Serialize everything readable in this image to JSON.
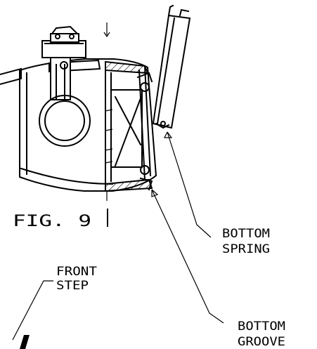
{
  "figure": {
    "label": "FIG. 9"
  },
  "callouts": {
    "bottom_spring": [
      "BOTTOM",
      "SPRING"
    ],
    "front_step": [
      "FRONT",
      "STEP"
    ],
    "bottom_groove": [
      "BOTTOM",
      "GROOVE"
    ]
  },
  "colors": {
    "ink": "#000000",
    "paper": "#ffffff"
  }
}
